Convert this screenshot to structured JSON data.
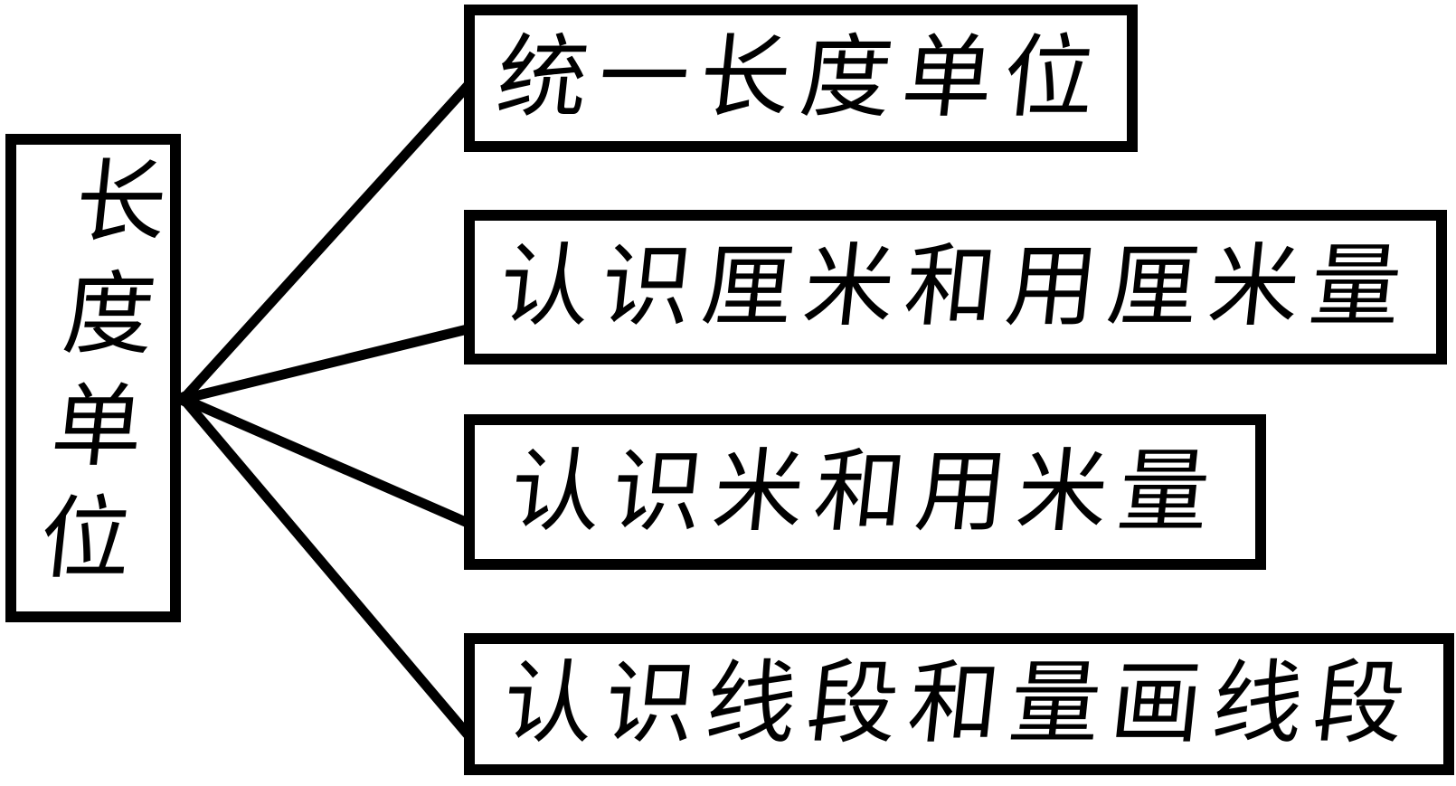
{
  "diagram": {
    "type": "mind-map",
    "root": {
      "label": "长度单位",
      "text_orientation": "vertical"
    },
    "children": [
      {
        "label": "统一长度单位"
      },
      {
        "label": "认识厘米和用厘米量"
      },
      {
        "label": "认识米和用米量"
      },
      {
        "label": "认识线段和量画线段"
      }
    ],
    "edges": [
      {
        "from": "长度单位",
        "to": "统一长度单位"
      },
      {
        "from": "长度单位",
        "to": "认识厘米和用厘米量"
      },
      {
        "from": "长度单位",
        "to": "认识米和用米量"
      },
      {
        "from": "长度单位",
        "to": "认识线段和量画线段"
      }
    ],
    "colors": {
      "stroke": "#000000",
      "background": "#ffffff"
    }
  }
}
